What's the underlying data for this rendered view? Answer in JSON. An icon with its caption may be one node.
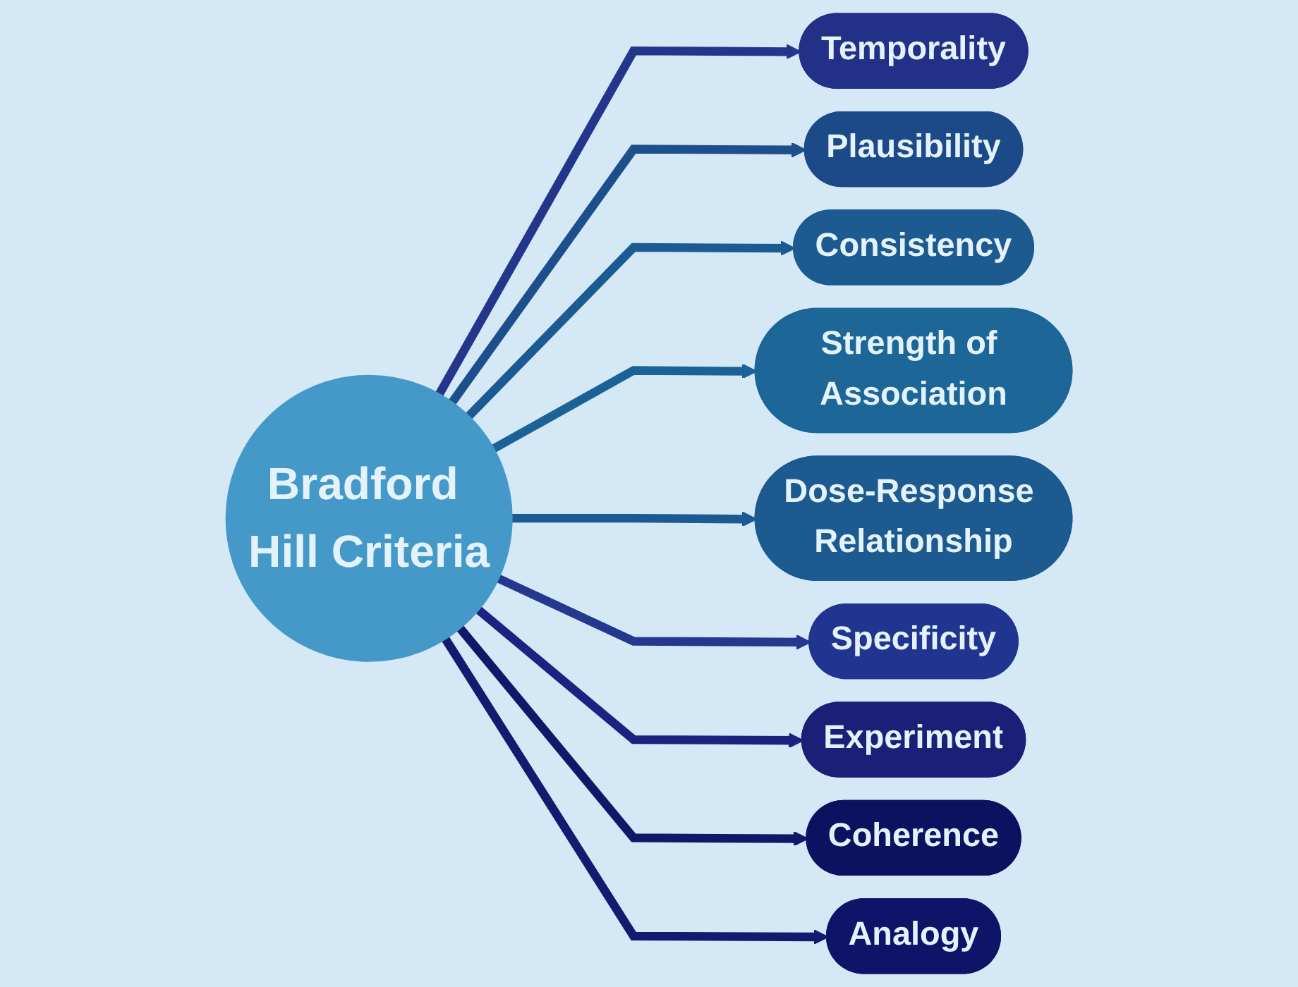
{
  "diagram": {
    "nodes": [
      {
        "text": [
          "Bradford Hill Criteria"
        ]
      },
      {
        "text": [
          "Temporality"
        ]
      },
      {
        "text": [
          "Plausibility"
        ]
      },
      {
        "text": [
          "Consistency"
        ]
      },
      {
        "text": [
          "Strength of Association"
        ]
      },
      {
        "text": [
          "Dose-Response Relationship"
        ]
      },
      {
        "text": [
          "Specificity"
        ]
      },
      {
        "text": [
          "Experiment"
        ]
      },
      {
        "text": [
          "Coherence"
        ]
      },
      {
        "text": [
          "Analogy"
        ]
      }
    ],
    "edges": [
      {
        "from": 0,
        "to": 1,
        "arrow": "to",
        "color": "#23368c"
      },
      {
        "from": 0,
        "to": 2,
        "arrow": "to",
        "color": "#1d4f8c"
      },
      {
        "from": 0,
        "to": 3,
        "arrow": "to",
        "color": "#1c5a92"
      },
      {
        "from": 0,
        "to": 4,
        "arrow": "to",
        "color": "#1b6396"
      },
      {
        "from": 0,
        "to": 5,
        "arrow": "to",
        "color": "#1b5b92"
      },
      {
        "from": 0,
        "to": 6,
        "arrow": "to",
        "color": "#23388e"
      },
      {
        "from": 0,
        "to": 7,
        "arrow": "to",
        "color": "#1a2380"
      },
      {
        "from": 0,
        "to": 8,
        "arrow": "to",
        "color": "#121868"
      },
      {
        "from": 0,
        "to": 9,
        "arrow": "to",
        "color": "#131a70"
      }
    ]
  }
}
